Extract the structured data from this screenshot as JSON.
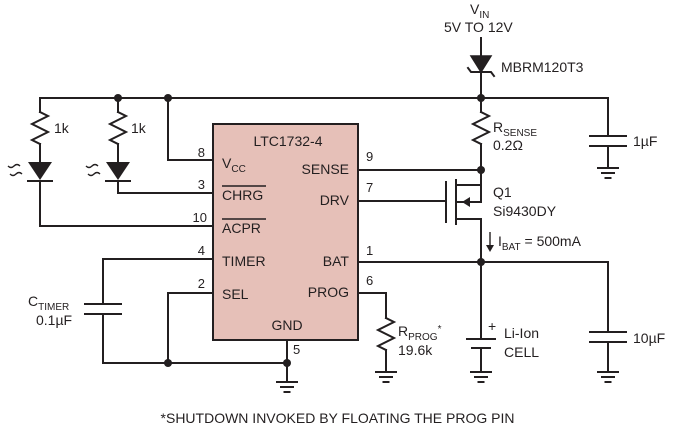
{
  "ic": {
    "name": "LTC1732-4",
    "pins_left": [
      {
        "num": "8",
        "name": "V",
        "sub": "CC"
      },
      {
        "num": "3",
        "name": "CHRG",
        "overline": true
      },
      {
        "num": "10",
        "name": "ACPR",
        "overline": true
      },
      {
        "num": "4",
        "name": "TIMER"
      },
      {
        "num": "2",
        "name": "SEL"
      }
    ],
    "pins_right": [
      {
        "num": "9",
        "name": "SENSE"
      },
      {
        "num": "7",
        "name": "DRV"
      },
      {
        "num": "1",
        "name": "BAT"
      },
      {
        "num": "6",
        "name": "PROG"
      }
    ],
    "pin_bottom": {
      "num": "5",
      "name": "GND"
    }
  },
  "vin": {
    "label": "V",
    "sub": "IN",
    "range": "5V TO 12V"
  },
  "diode": {
    "part": "MBRM120T3"
  },
  "rsense": {
    "label": "R",
    "sub": "SENSE",
    "value": "0.2Ω"
  },
  "cap_in": {
    "value": "1µF"
  },
  "resistors_led": {
    "r1": "1k",
    "r2": "1k"
  },
  "transistor": {
    "ref": "Q1",
    "part": "Si9430DY"
  },
  "ibat": {
    "label": "I",
    "sub": "BAT",
    "value": " = 500mA"
  },
  "ctimer": {
    "label": "C",
    "sub": "TIMER",
    "value": "0.1µF"
  },
  "rprog": {
    "label": "R",
    "sub": "PROG",
    "star": "*",
    "value": "19.6k"
  },
  "battery": {
    "plus": "+",
    "line1": "Li-Ion",
    "line2": "CELL"
  },
  "cap_out": {
    "value": "10µF"
  },
  "footnote": "*SHUTDOWN INVOKED BY FLOATING THE PROG PIN",
  "colors": {
    "ic_fill": "#e6c0b8",
    "ink": "#231f20"
  }
}
